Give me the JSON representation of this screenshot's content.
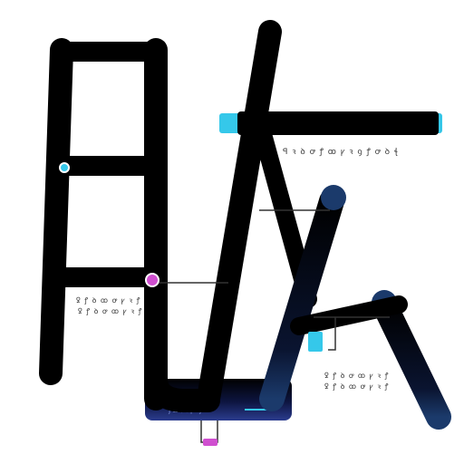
{
  "canvas": {
    "background": "#ffffff",
    "stroke_color": "#000000",
    "accent_colors": {
      "cyan": "#35c8ea",
      "magenta": "#d04fd0",
      "blue": "#2b3c8e",
      "navy": "#1b3a6b"
    }
  },
  "annotations": {
    "top_right_line": "ꟼ ꝛ ꝺ ꝍ ꝭ ꝏ ꝩ ꝛ ꝯ ꝭ ꝍ ꝺ ꞎ",
    "left_line_1": "ꝿ ꝭ ꝺ ꝏ ꝍ ꝩ ꝛ ꝭ",
    "left_line_2": "ꝿ ꝭ ꝺ ꝍ ꝏ ꝩ ꝛ ꝭ",
    "bottom_right_line_1": "ꝿ ꝭ ꝺ ꝍ ꝏ ꝩ ꝛ ꝭ",
    "bottom_right_line_2": "ꝿ ꝭ ꝺ ꝏ ꝍ ꝩ ꝛ ꝭ",
    "base_label": "ꝭ ꝏ ꝺ ꝍ ꝩ ꝛ ꝭ"
  }
}
